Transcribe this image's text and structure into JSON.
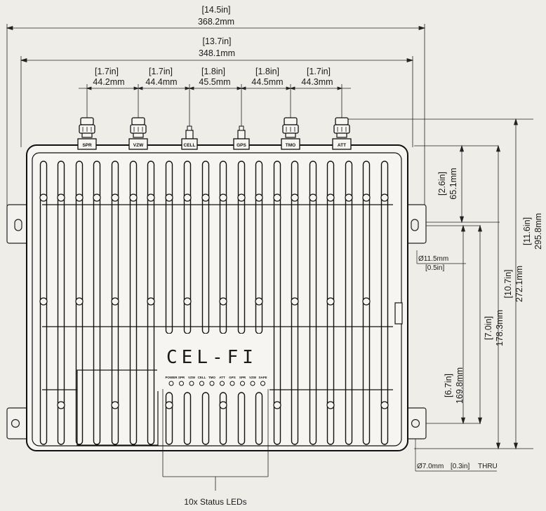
{
  "brand": "CEL-FI",
  "connectors": [
    "SPR",
    "VZW",
    "CELL",
    "GPS",
    "TMO",
    "ATT"
  ],
  "led_labels": [
    "POWER",
    "SPR",
    "VZW",
    "CELL",
    "TMO",
    "ATT",
    "GPS",
    "SPR",
    "VZW",
    "SAFE"
  ],
  "led_caption": "10x Status LEDs",
  "dims": {
    "overall_width_in": "[14.5in]",
    "overall_width_mm": "368.2mm",
    "body_width_in": "[13.7in]",
    "body_width_mm": "348.1mm",
    "spacing": [
      {
        "in": "[1.7in]",
        "mm": "44.2mm"
      },
      {
        "in": "[1.7in]",
        "mm": "44.4mm"
      },
      {
        "in": "[1.8in]",
        "mm": "45.5mm"
      },
      {
        "in": "[1.8in]",
        "mm": "44.5mm"
      },
      {
        "in": "[1.7in]",
        "mm": "44.3mm"
      }
    ],
    "top_to_hole_in": "[2.6in]",
    "top_to_hole_mm": "65.1mm",
    "hole_dia_in": "[0.5in]",
    "hole_dia_mm": "Ø11.5mm",
    "overall_height_in": "[11.6in]",
    "overall_height_mm": "295.8mm",
    "body_height_in": "[10.7in]",
    "body_height_mm": "272.1mm",
    "hole_to_hole_in": "[7.0in]",
    "hole_to_hole_mm": "178.3mm",
    "mount_height_in": "[6.7in]",
    "mount_height_mm": "169.8mm",
    "thru_mm": "Ø7.0mm",
    "thru_in": "[0.3in]",
    "thru_label": "THRU"
  }
}
